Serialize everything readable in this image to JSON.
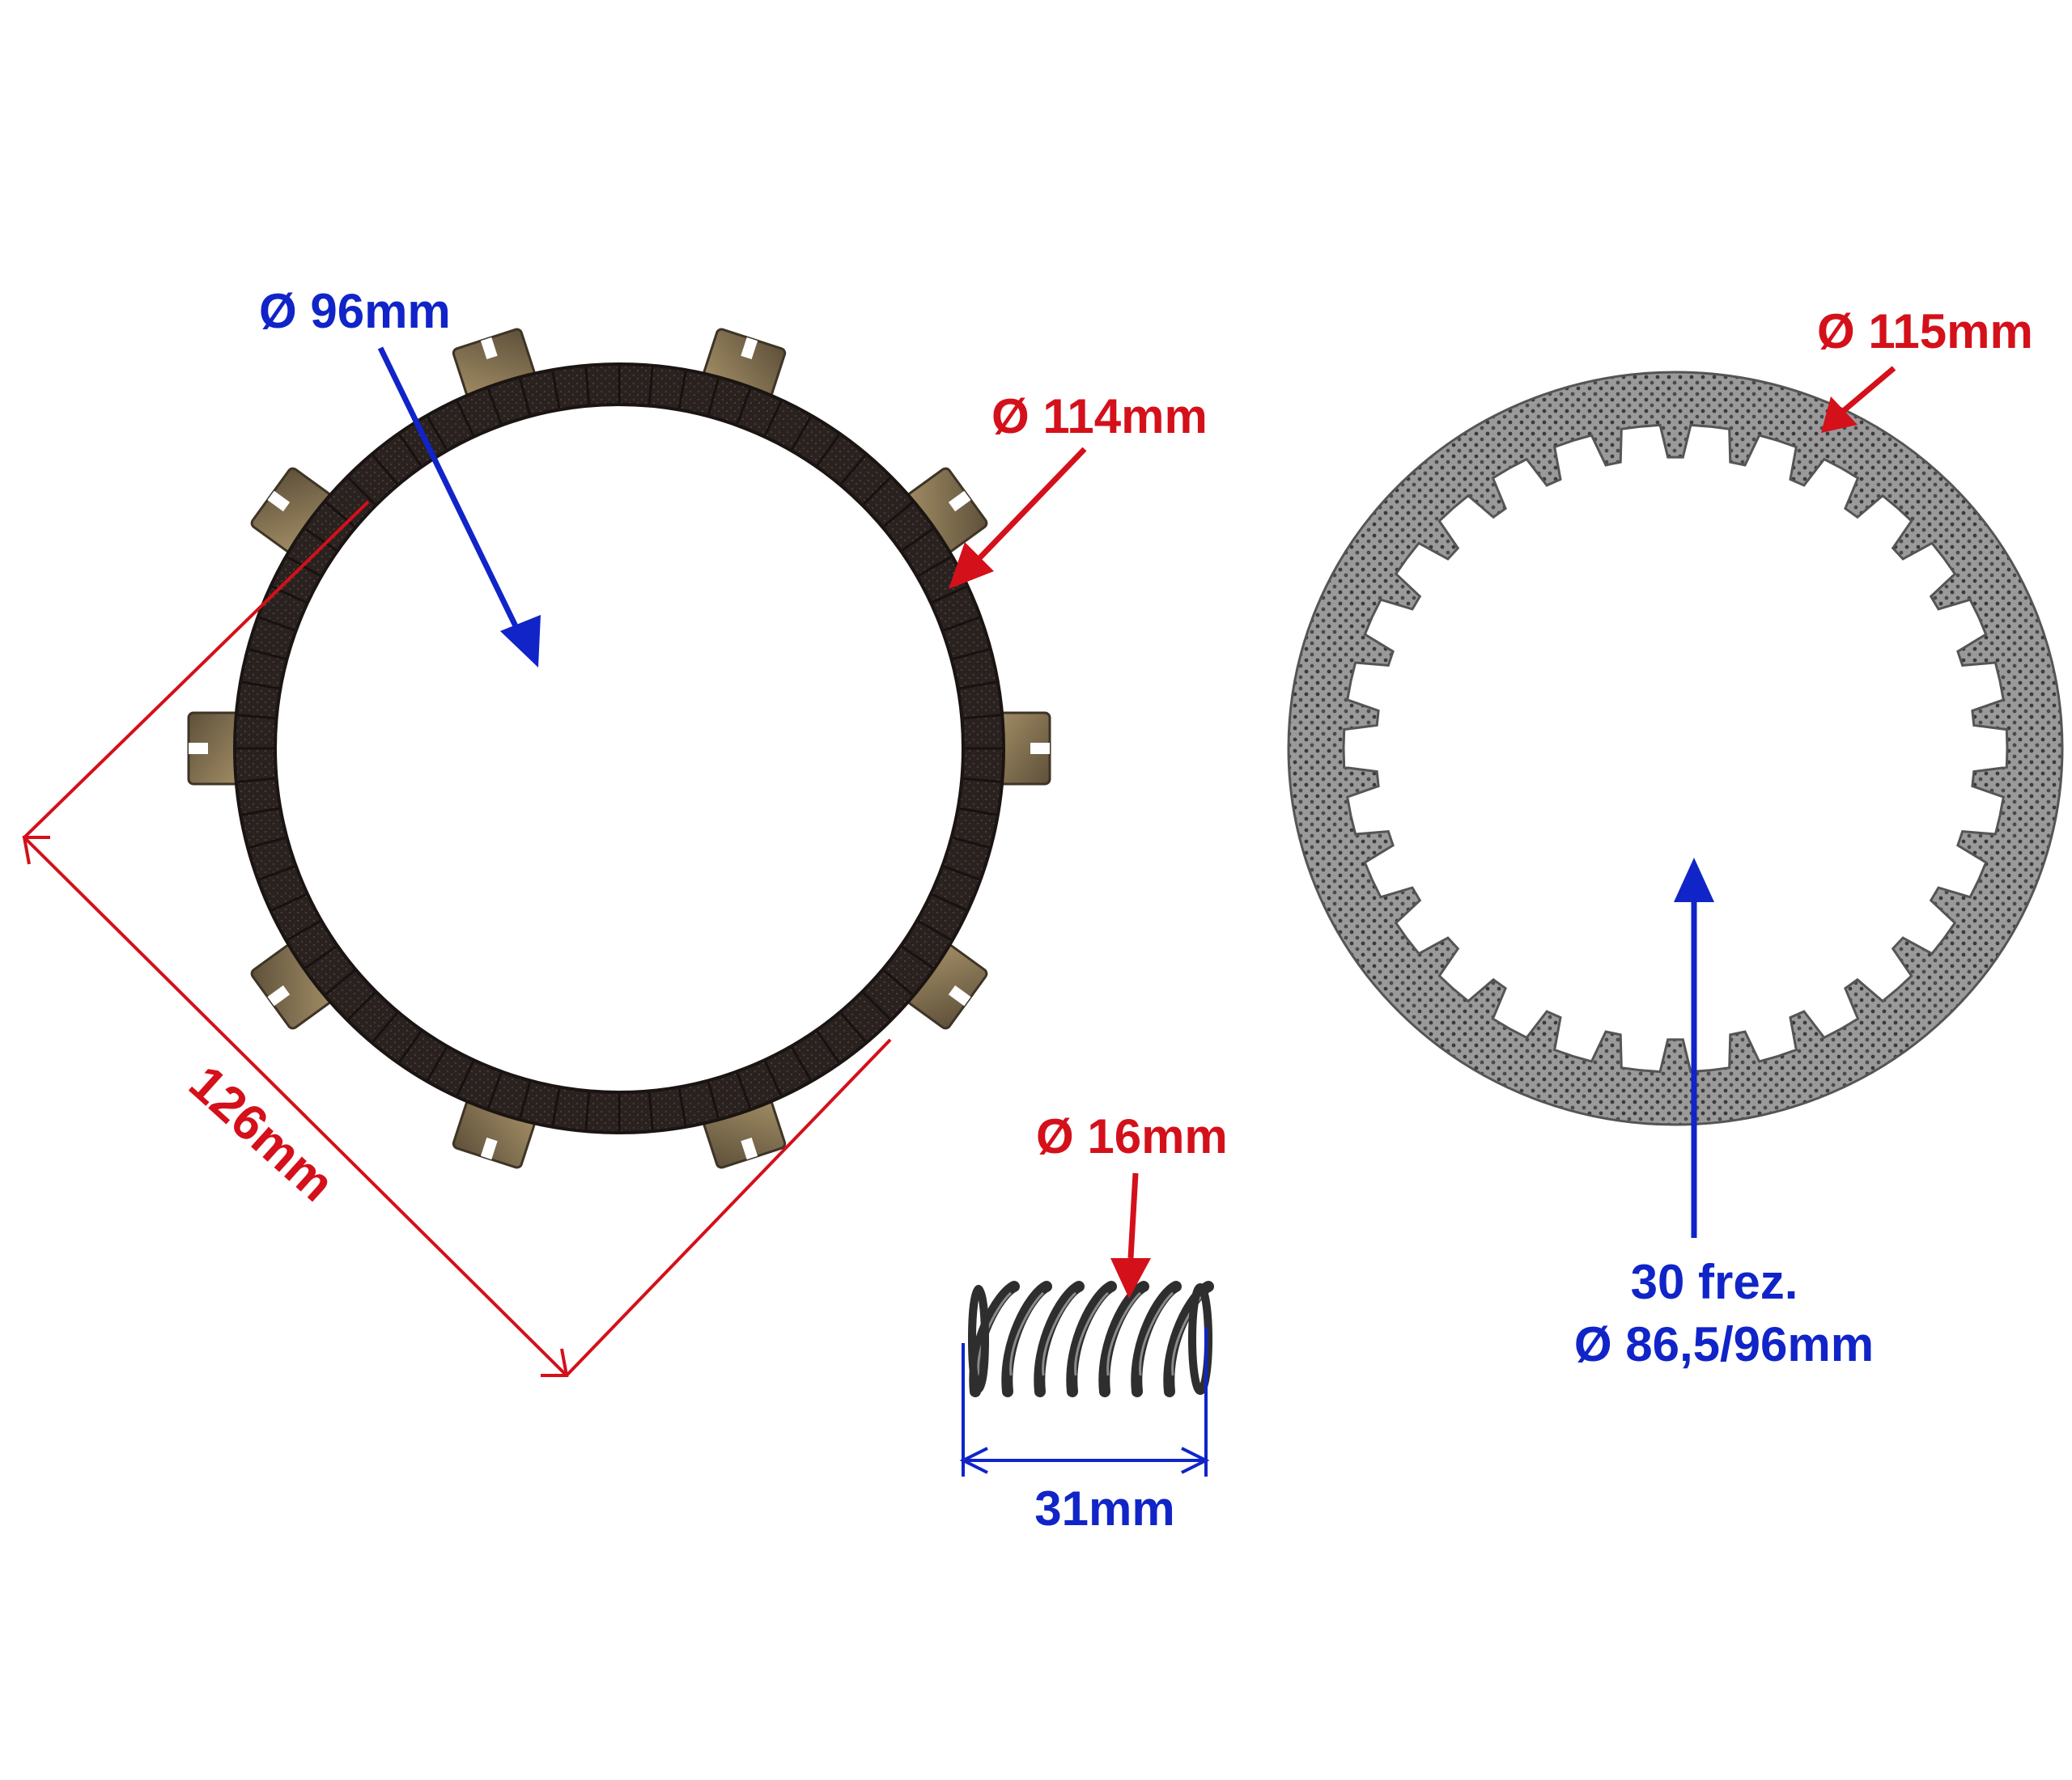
{
  "colors": {
    "background": "#ffffff",
    "red_annotation": "#d4101a",
    "blue_annotation": "#1024c8",
    "friction_plate": "#2c2220",
    "friction_tab": "#7a6a4c",
    "steel_plate": "#8a8a8a",
    "spring": "#333333"
  },
  "friction_disc": {
    "inner_diameter_label": "Ø 96mm",
    "outer_diameter_label": "Ø 114mm",
    "tab_span_label": "126mm",
    "tab_count": 10
  },
  "steel_disc": {
    "outer_diameter_label": "Ø 115mm",
    "teeth_label_line1": "30 frez.",
    "teeth_label_line2": "Ø 86,5/96mm",
    "teeth_count": 30
  },
  "spring": {
    "diameter_label": "Ø 16mm",
    "length_label": "31mm"
  }
}
